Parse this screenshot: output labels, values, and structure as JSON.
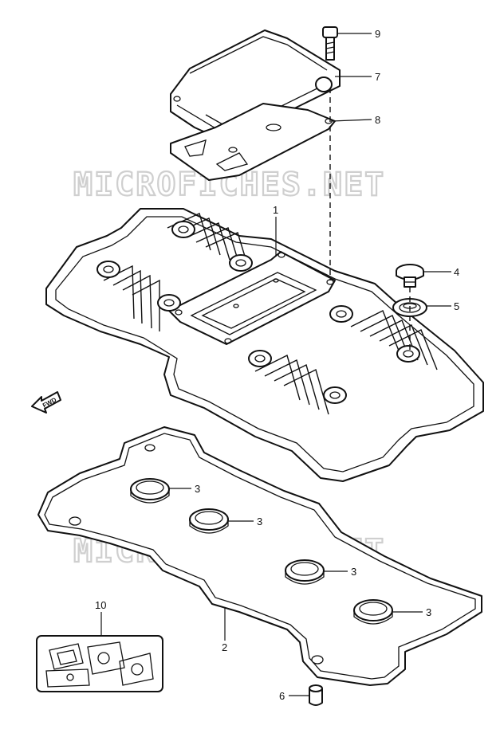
{
  "watermark": "MICROFICHES.NET",
  "direction_label": "FWD",
  "callouts": {
    "p1": "1",
    "p2": "2",
    "p3a": "3",
    "p3b": "3",
    "p3c": "3",
    "p3d": "3",
    "p4": "4",
    "p5": "5",
    "p6": "6",
    "p7": "7",
    "p8": "8",
    "p9": "9",
    "p10": "10"
  },
  "icons": {
    "direction": "fwd-arrow-icon"
  },
  "colors": {
    "line": "#111111",
    "watermark": "#cfcfcf"
  }
}
